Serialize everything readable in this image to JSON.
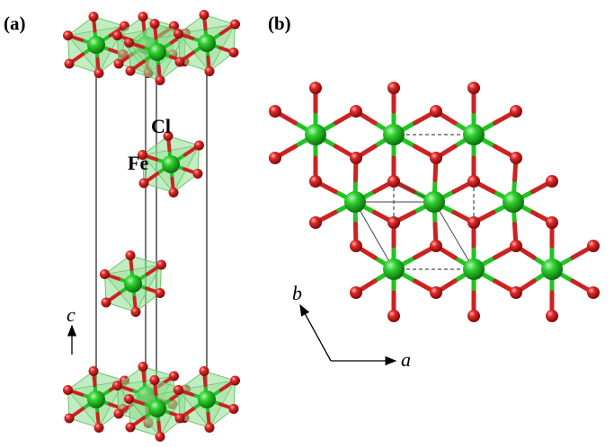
{
  "panels": {
    "a": "(a)",
    "b": "(b)"
  },
  "atoms": {
    "cl": "Cl",
    "fe": "Fe"
  },
  "axes": {
    "c": "c",
    "a": "a",
    "b": "b"
  },
  "colors": {
    "fe_atom": "#1fb81f",
    "cl_atom": "#d42424",
    "octahedron_fill": "#8fdc8f",
    "bond_fe": "#22c322",
    "bond_cl": "#cc2222",
    "cell_edge": "#555555"
  }
}
